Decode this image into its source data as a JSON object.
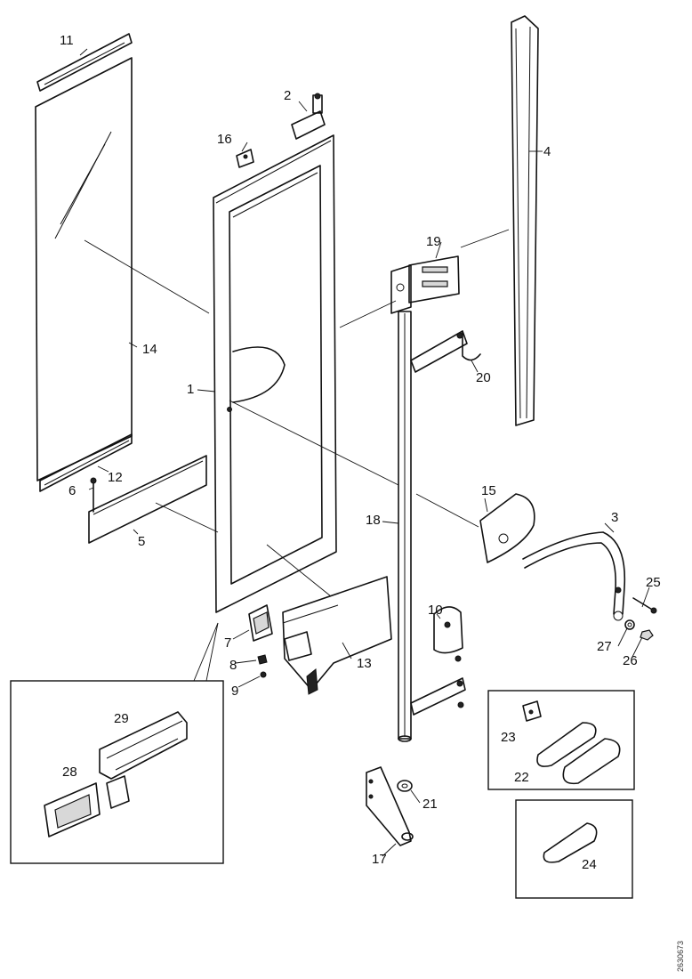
{
  "callouts": {
    "c1": "1",
    "c2": "2",
    "c3": "3",
    "c4": "4",
    "c5": "5",
    "c6": "6",
    "c7": "7",
    "c8": "8",
    "c9": "9",
    "c10": "10",
    "c11": "11",
    "c12": "12",
    "c13": "13",
    "c14": "14",
    "c15": "15",
    "c16": "16",
    "c17": "17",
    "c18": "18",
    "c19": "19",
    "c20": "20",
    "c21": "21",
    "c22": "22",
    "c23": "23",
    "c24": "24",
    "c25": "25",
    "c26": "26",
    "c27": "27",
    "c28": "28",
    "c29": "29"
  },
  "document_id": "2630673"
}
